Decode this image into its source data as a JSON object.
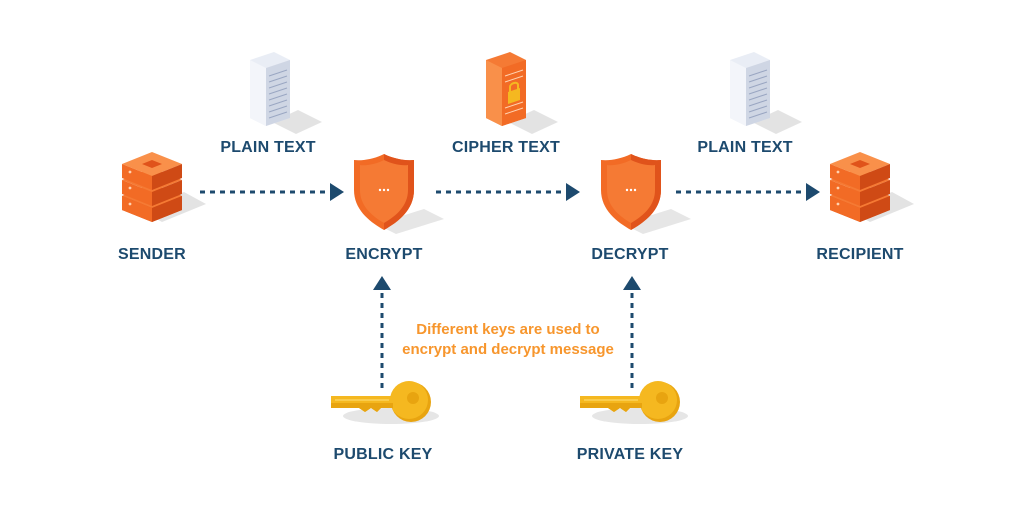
{
  "labels": {
    "sender": "SENDER",
    "encrypt": "ENCRYPT",
    "decrypt": "DECRYPT",
    "recipient": "RECIPIENT",
    "plain_text_1": "PLAIN TEXT",
    "cipher_text": "CIPHER TEXT",
    "plain_text_2": "PLAIN TEXT",
    "public_key": "PUBLIC KEY",
    "private_key": "PRIVATE KEY"
  },
  "note": {
    "line1": "Different keys are used to",
    "line2": "encrypt and decrypt message"
  },
  "colors": {
    "label": "#1d4a6e",
    "arrow": "#1d4a6e",
    "accent": "#f7962d",
    "server": "#f26b25",
    "key": "#f5b820"
  },
  "icons": {
    "sender": "server-stack-icon",
    "recipient": "server-stack-icon",
    "encrypt": "shield-icon",
    "decrypt": "shield-icon",
    "plain_text_1": "document-icon",
    "cipher_text": "locked-document-icon",
    "plain_text_2": "document-icon",
    "public_key": "key-icon",
    "private_key": "key-icon"
  }
}
